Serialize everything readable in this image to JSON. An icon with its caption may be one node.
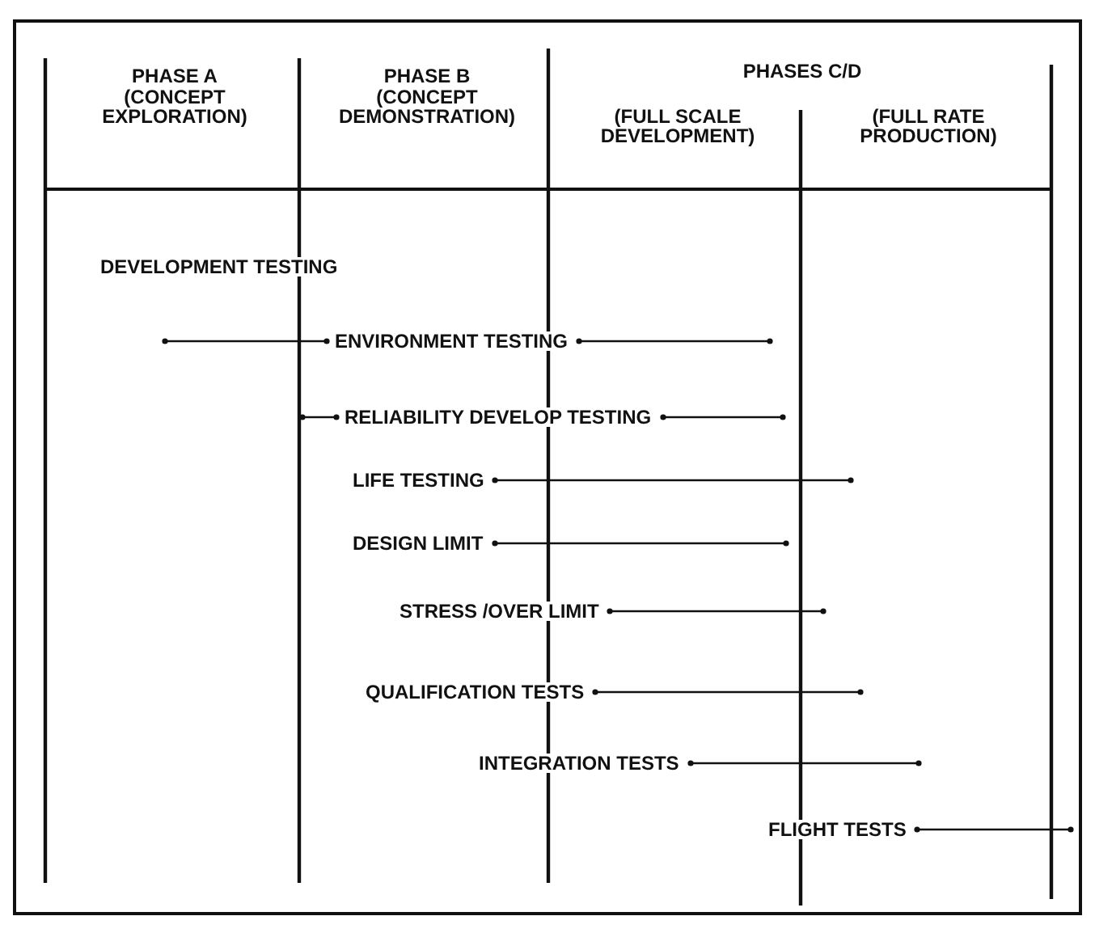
{
  "diagram": {
    "labels": [
      "PHASE A",
      "(CONCEPT EXPLORATION)",
      "PHASE B",
      "(CONCEPT DEMONSTRATION)",
      "PHASES C/D",
      "(FULL SCALE DEVELOPMENT)",
      "(FULL RATE PRODUCTION)",
      "DEVELOPMENT TESTING",
      "ENVIRONMENT TESTING",
      "RELIABILITY DEVELOP TESTING",
      "LIFE TESTING",
      "DESIGN LIMIT",
      "STRESS /OVER LIMIT",
      "QUALIFICATION TESTS",
      "INTEGRATION TESTS",
      "FLIGHT TESTS"
    ]
  }
}
